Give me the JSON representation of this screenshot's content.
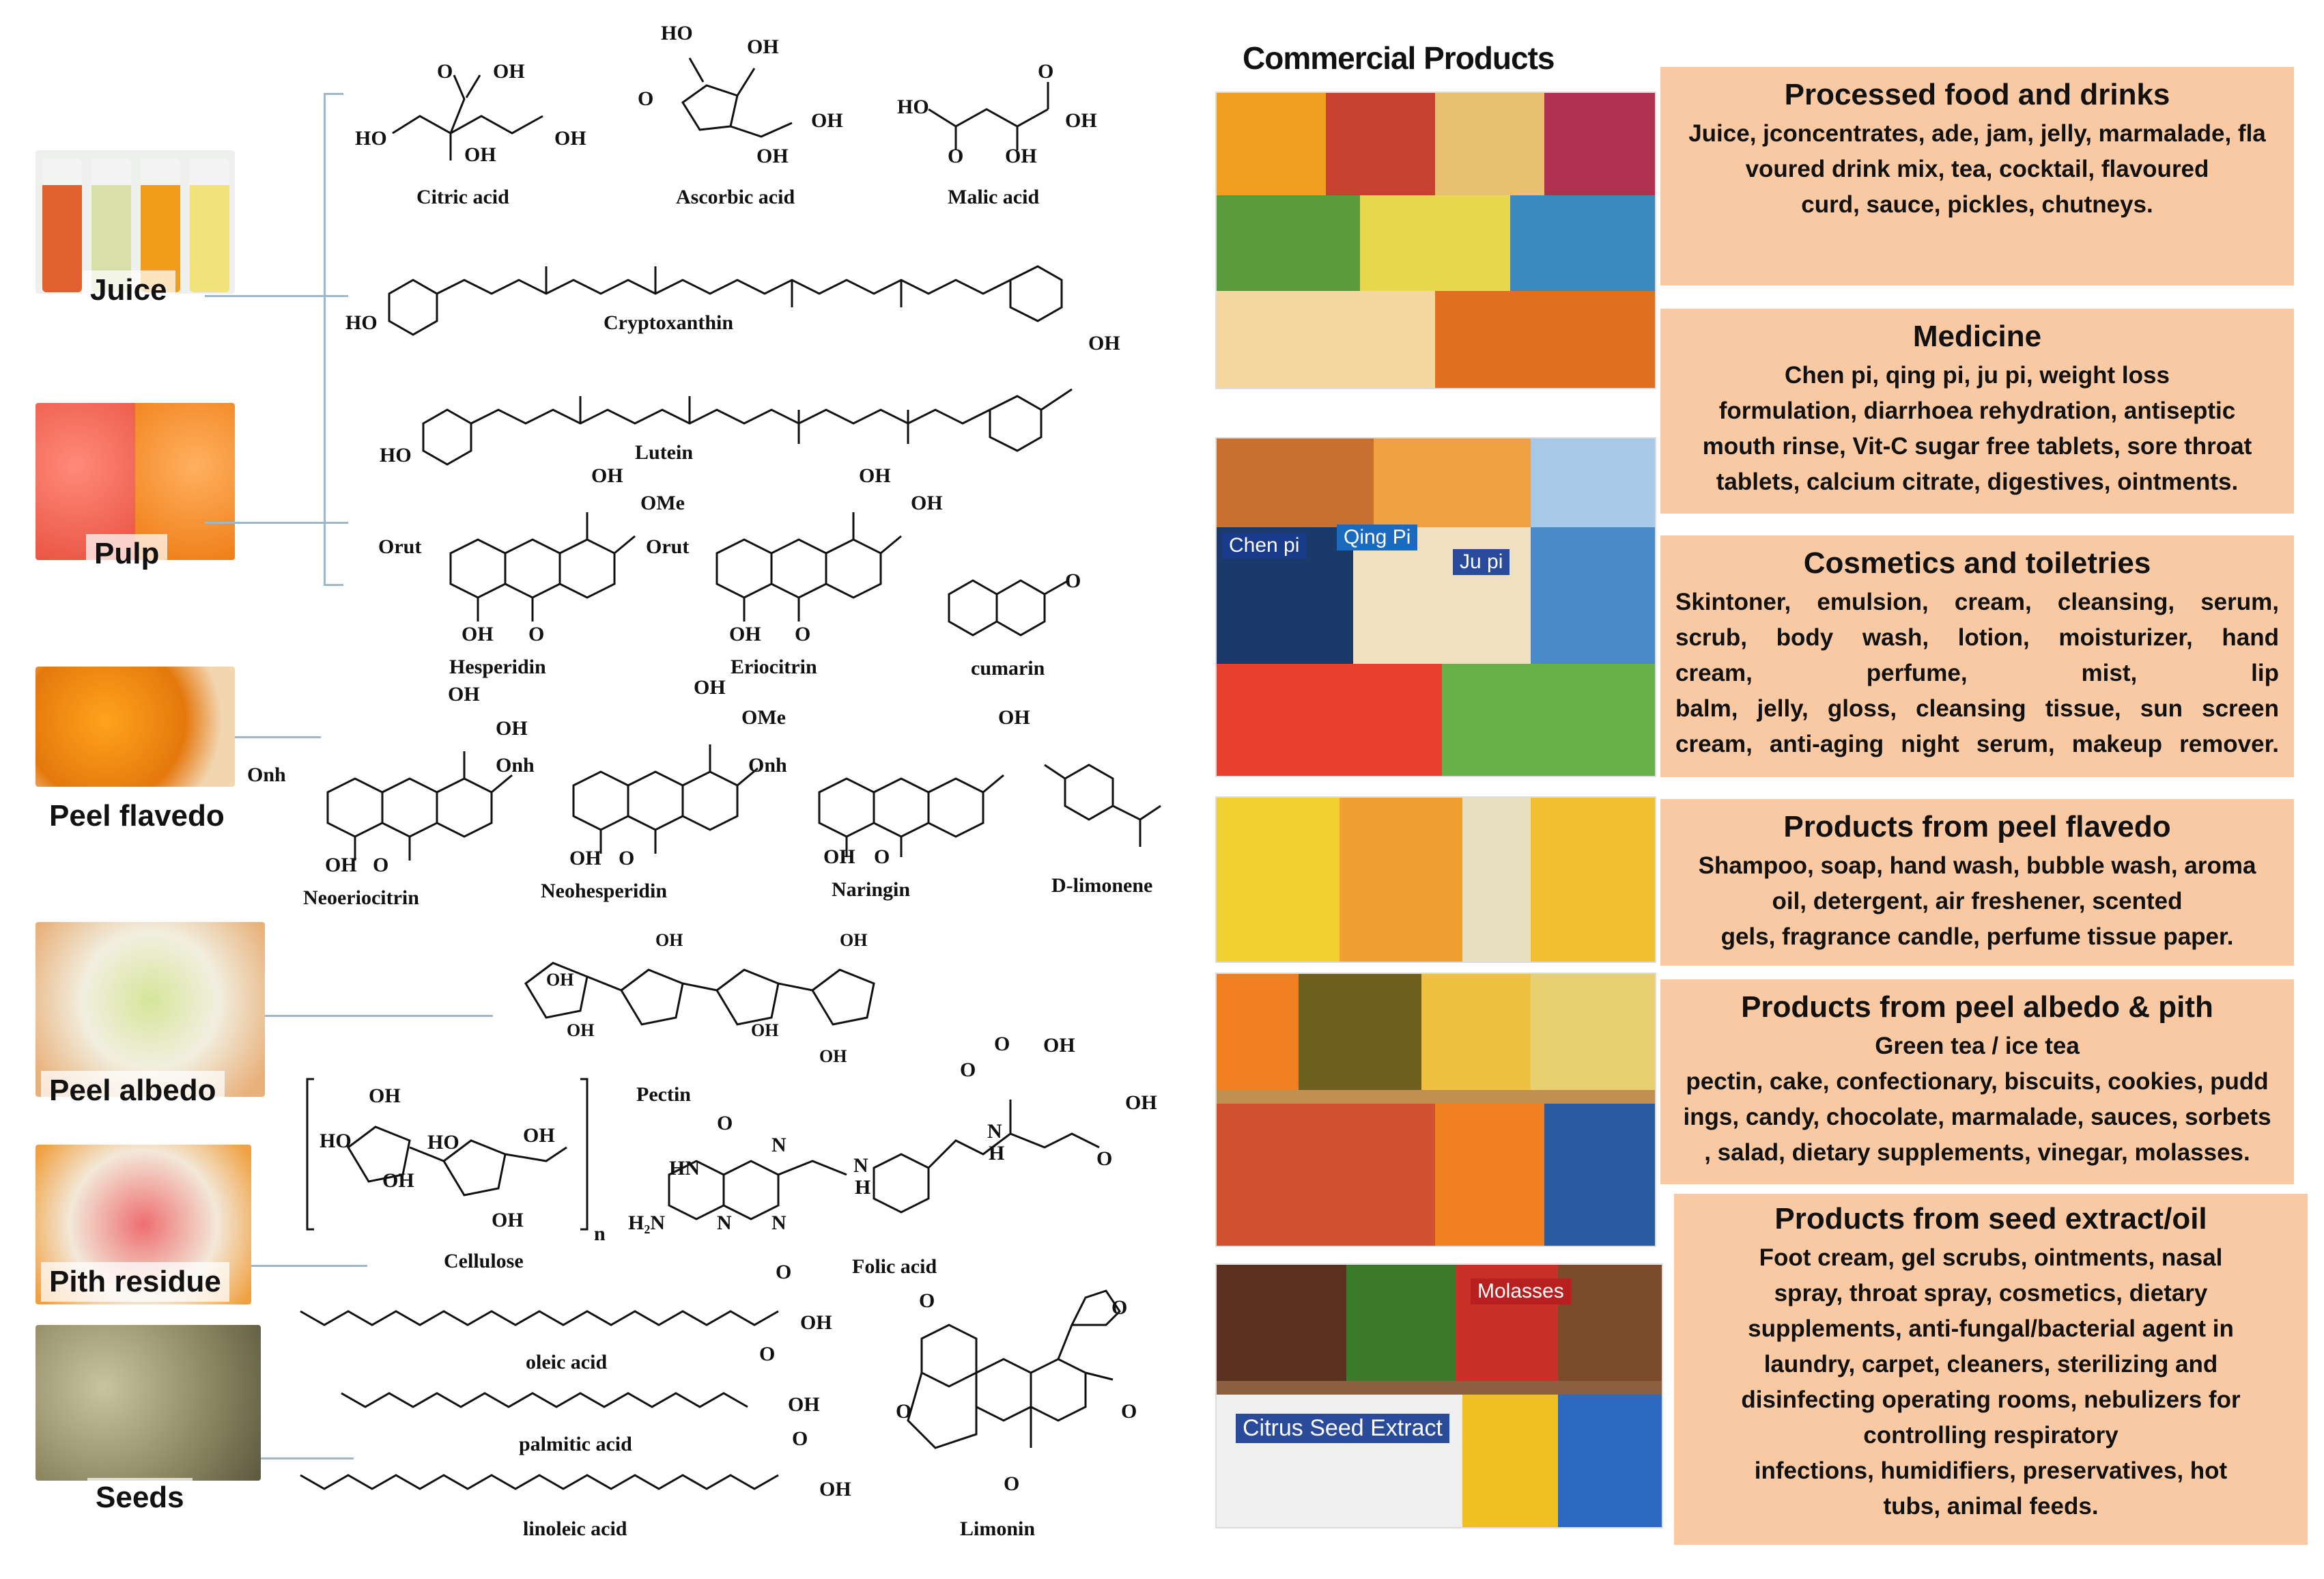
{
  "parts": {
    "juice": "Juice",
    "pulp": "Pulp",
    "peel_flavedo": "Peel flavedo",
    "peel_albedo": "Peel albedo",
    "pith_residue": "Pith residue",
    "seeds": "Seeds"
  },
  "molecules": {
    "citric_acid": "Citric acid",
    "ascorbic_acid": "Ascorbic acid",
    "malic_acid": "Malic acid",
    "cryptoxanthin": "Cryptoxanthin",
    "lutein": "Lutein",
    "hesperidin": "Hesperidin",
    "eriocitrin": "Eriocitrin",
    "cumarin": "cumarin",
    "neoeriocitrin": "Neoeriocitrin",
    "neohesperidin": "Neohesperidin",
    "naringin": "Naringin",
    "d_limonene": "D-limonene",
    "pectin": "Pectin",
    "cellulose": "Cellulose",
    "folic_acid": "Folic acid",
    "oleic_acid": "oleic acid",
    "palmitic_acid": "palmitic acid",
    "linoleic_acid": "linoleic acid",
    "limonin": "Limonin"
  },
  "atom_labels": {
    "oh": "OH",
    "ho": "HO",
    "o": "O",
    "orut": "Orut",
    "onh": "Onh",
    "ome": "OMe",
    "h2n": "H₂N",
    "hn": "HN",
    "h": "H",
    "n": "N",
    "n_sub": "n"
  },
  "commercial_heading": "Commercial Products",
  "collage_tags": {
    "chen_pi": "Chen pi",
    "qing_pi": "Qing Pi",
    "ju_pi": "Ju pi",
    "molasses": "Molasses",
    "citrus_seed_extract": "Citrus Seed Extract"
  },
  "boxes": {
    "processed": {
      "title": "Processed food and drinks",
      "lines": [
        "Juice, jconcentrates, ade, jam, jelly, marmalade, fla",
        "voured drink mix, tea, cocktail, flavoured",
        "curd, sauce, pickles, chutneys."
      ]
    },
    "medicine": {
      "title": "Medicine",
      "lines": [
        "Chen pi, qing pi, ju pi, weight loss",
        "formulation, diarrhoea rehydration, antiseptic",
        "mouth rinse, Vit-C sugar free tablets, sore throat",
        "tablets, calcium citrate,  digestives, ointments."
      ]
    },
    "cosmetics": {
      "title": "Cosmetics and toiletries",
      "lines": [
        "Skintoner, emulsion, cream, cleansing, serum,",
        "scrub, body wash, lotion, moisturizer, hand",
        "cream, perfume, mist, lip",
        "balm, jelly, gloss, cleansing tissue, sun screen",
        "cream, anti-aging night serum, makeup remover."
      ]
    },
    "flavedo": {
      "title": "Products from peel flavedo",
      "lines": [
        "Shampoo, soap, hand wash, bubble wash, aroma",
        "oil, detergent, air freshener, scented",
        "gels, fragrance candle, perfume tissue paper."
      ]
    },
    "albedo": {
      "title": "Products from peel albedo & pith",
      "lines": [
        "Green tea / ice tea",
        "pectin, cake, confectionary, biscuits, cookies, pudd",
        "ings, candy, chocolate, marmalade, sauces, sorbets",
        ", salad, dietary supplements, vinegar, molasses."
      ]
    },
    "seed": {
      "title": "Products from seed extract/oil",
      "lines": [
        "Foot cream, gel scrubs, ointments, nasal",
        "spray, throat spray, cosmetics, dietary",
        "supplements, anti-fungal/bacterial agent in",
        "laundry, carpet, cleaners, sterilizing and",
        "disinfecting operating rooms, nebulizers for",
        "controlling respiratory",
        "infections, humidifiers, preservatives, hot",
        "tubs, animal feeds."
      ]
    }
  },
  "colors": {
    "box_fill": "#f9c9a3",
    "connector": "#9fb8c8"
  }
}
